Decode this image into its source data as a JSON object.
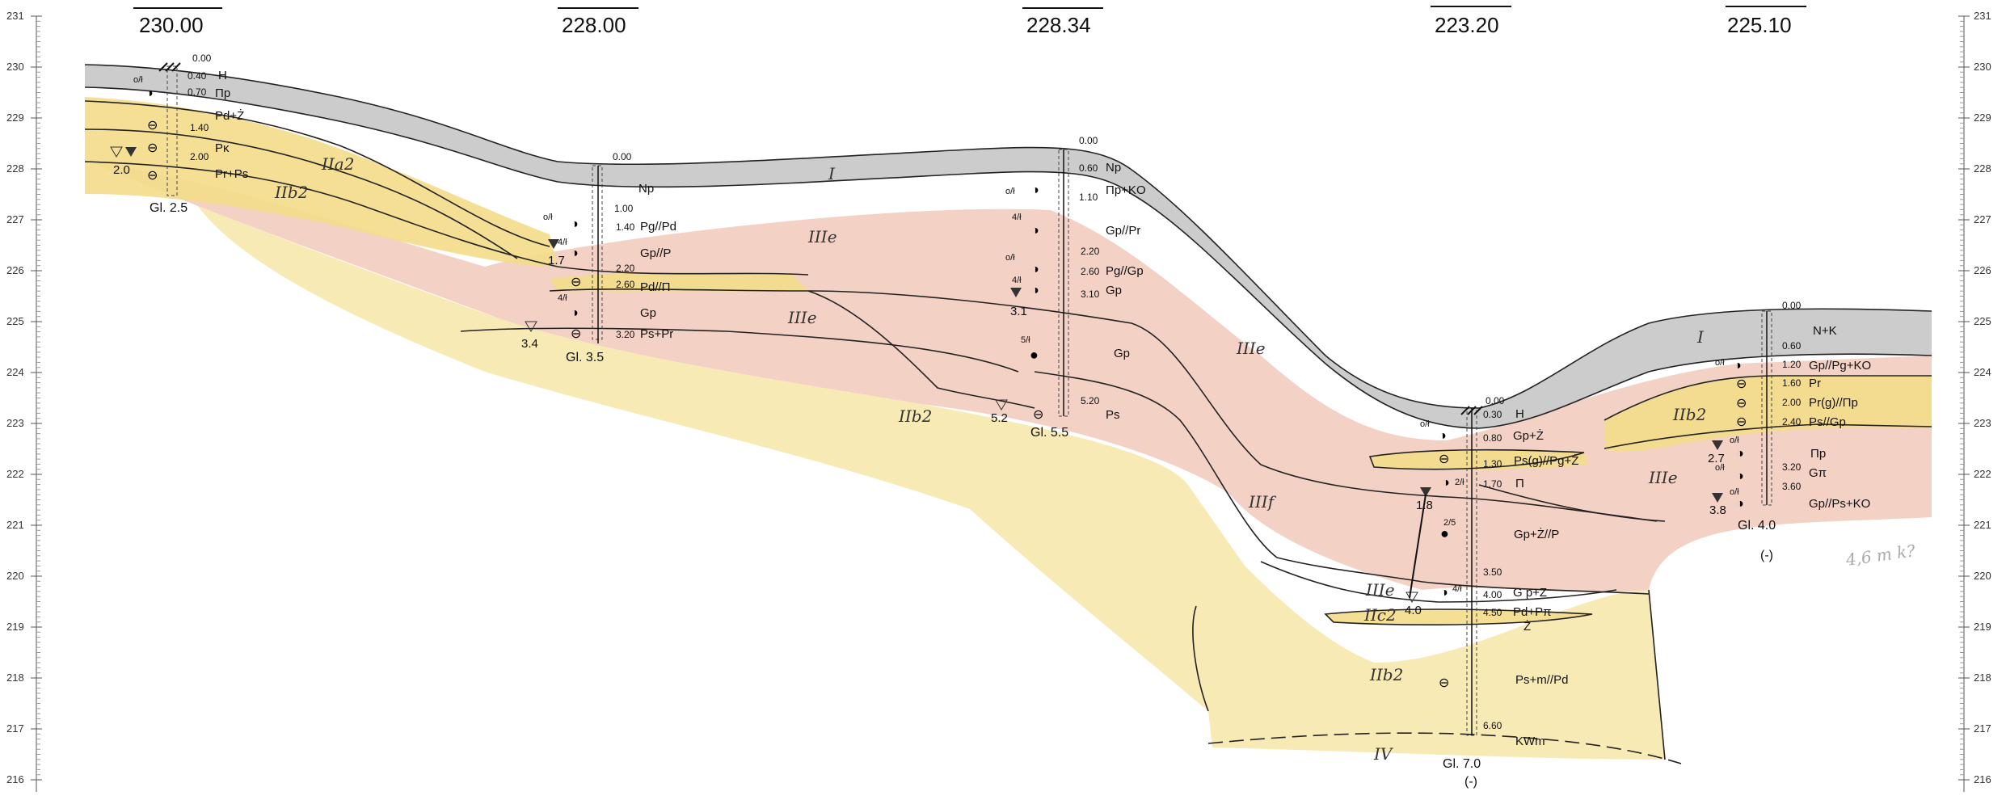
{
  "axis": {
    "ticks": [
      "231",
      "230",
      "229",
      "228",
      "227",
      "226",
      "225",
      "224",
      "223",
      "222",
      "221",
      "220",
      "219",
      "218",
      "217",
      "216"
    ]
  },
  "boreholes": [
    {
      "elevation": "230.00",
      "bottom_label": "Gl. 2.5",
      "water": "2.0",
      "depths": [
        "0.00",
        "0.40",
        "0.70",
        "1.40",
        "2.00"
      ],
      "soils": [
        "H",
        "Πp",
        "Pd+Ż",
        "Pκ",
        "Pr+Ps"
      ],
      "moist": [
        "o/ł"
      ]
    },
    {
      "elevation": "228.00",
      "bottom_label": "Gl. 3.5",
      "water": "1.7",
      "water2": "3.4",
      "depths": [
        "0.00",
        "1.00",
        "1.40",
        "2.20",
        "2.60",
        "3.20"
      ],
      "soils": [
        "Np",
        "Pg//Pd",
        "Gp//P",
        "Pd//Π",
        "Gp",
        "Ps+Pr"
      ],
      "moist": [
        "o/ł",
        "4/ł",
        "4/ł"
      ]
    },
    {
      "elevation": "228.34",
      "bottom_label": "Gl. 5.5",
      "water": "3.1",
      "water2": "5.2",
      "depths": [
        "0.00",
        "0.60",
        "1.10",
        "2.20",
        "2.60",
        "3.10",
        "5.20"
      ],
      "soils": [
        "Np",
        "Πp+KO",
        "Gp//Pr",
        "Pg//Gp",
        "Gp",
        "Gp",
        "Ps"
      ],
      "moist": [
        "o/ł",
        "4/ł",
        "o/ł",
        "4/ł",
        "5/ł"
      ]
    },
    {
      "elevation": "223.20",
      "bottom_label": "Gl. 7.0",
      "bottom_note": "(-)",
      "water": "1.8",
      "water2": "4.0",
      "depths": [
        "0.00",
        "0.30",
        "0.80",
        "1.30",
        "1.70",
        "3.50",
        "4.00",
        "4.50",
        "6.60"
      ],
      "soils": [
        "H",
        "Gp+Ż",
        "Ps(g)//Pg+Ż",
        "Π",
        "Gp+Ż//P",
        "G p+Z",
        "Pd+Pπ",
        "Ż",
        "Ps+m//Pd",
        "KWm"
      ],
      "moist": [
        "o/ł",
        "2/ł",
        "2/5",
        "4/ł"
      ]
    },
    {
      "elevation": "225.10",
      "bottom_label": "Gl. 4.0",
      "bottom_note": "(-)",
      "water": "2.7",
      "water2": "3.8",
      "depths": [
        "0.00",
        "0.60",
        "1.20",
        "1.60",
        "2.00",
        "2.40",
        "3.20",
        "3.60"
      ],
      "soils": [
        "N+K",
        "Gp//Pg+KO",
        "Pr",
        "Pr(g)//Πp",
        "Ps//Gp",
        "Πp",
        "Gπ",
        "Gp//Ps+KO"
      ],
      "moist": [
        "o/ł",
        "o/ł",
        "o/ł",
        "o/ł"
      ]
    }
  ],
  "layers": [
    "IIa2",
    "IIb2",
    "I",
    "IIIe",
    "IIIe",
    "IIb2",
    "IIIe",
    "IIIf",
    "IIIe",
    "IIc2",
    "IIb2",
    "I",
    "IIb2",
    "IIIe",
    "IV"
  ],
  "notes": [
    "4,6 m k?"
  ],
  "colors": {
    "fill_gray": "#c7c7c7",
    "fill_yellow": "#f3dc8a",
    "fill_pink": "#f1c6b6",
    "fill_pale_yellow": "#f7e6a8"
  }
}
